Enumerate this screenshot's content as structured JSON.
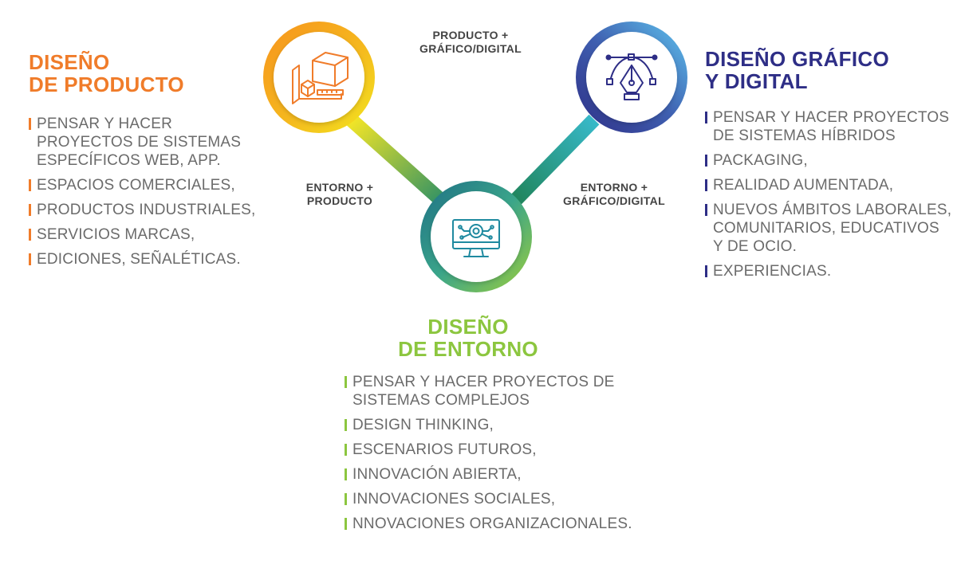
{
  "colors": {
    "orange": "#f07c2a",
    "navy": "#2e2e86",
    "green": "#8cc63f",
    "text": "#6b6b6b"
  },
  "nodes": {
    "producto": {
      "icon": "blueprint-cube-icon"
    },
    "grafico": {
      "icon": "pen-nib-bezier-icon"
    },
    "entorno": {
      "icon": "monitor-circuit-icon"
    }
  },
  "edges": {
    "top": {
      "line1": "PRODUCTO +",
      "line2": "GRÁFICO/DIGITAL"
    },
    "left": {
      "line1": "ENTORNO +",
      "line2": "PRODUCTO"
    },
    "right": {
      "line1": "ENTORNO +",
      "line2": "GRÁFICO/DIGITAL"
    }
  },
  "producto": {
    "title_line1": "DISEÑO",
    "title_line2": "DE PRODUCTO",
    "items": [
      "PENSAR Y HACER PROYECTOS DE SISTEMAS ESPECÍFICOS WEB, APP.",
      "ESPACIOS COMERCIALES,",
      "PRODUCTOS INDUSTRIALES,",
      "SERVICIOS MARCAS,",
      "EDICIONES, SEÑALÉTICAS."
    ]
  },
  "grafico": {
    "title_line1": "DISEÑO GRÁFICO",
    "title_line2": "Y DIGITAL",
    "items": [
      "PENSAR Y HACER PROYECTOS DE SISTEMAS HÍBRIDOS",
      "PACKAGING,",
      "REALIDAD AUMENTADA,",
      "NUEVOS ÁMBITOS LABORALES, COMUNITARIOS, EDUCATIVOS Y DE OCIO.",
      "EXPERIENCIAS."
    ]
  },
  "entorno": {
    "title_line1": "DISEÑO",
    "title_line2": "DE ENTORNO",
    "items": [
      "PENSAR Y HACER PROYECTOS DE SISTEMAS COMPLEJOS",
      "DESIGN THINKING,",
      "ESCENARIOS FUTUROS,",
      "INNOVACIÓN ABIERTA,",
      "INNOVACIONES SOCIALES,",
      "NNOVACIONES ORGANIZACIONALES."
    ]
  }
}
